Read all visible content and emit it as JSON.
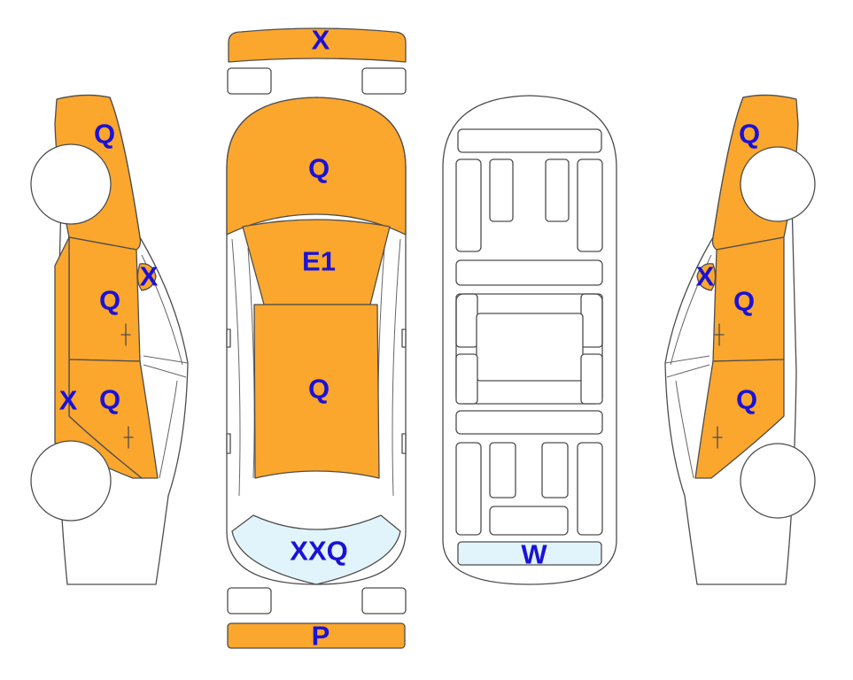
{
  "colors": {
    "damaged": "#fba62d",
    "light": "#e2f4fb",
    "body": "#ffffff",
    "outline": "#4d4d4d",
    "label": "#1a12d6"
  },
  "labels": {
    "front_bumper": "X",
    "hood": "Q",
    "windshield_roof": "E1",
    "roof": "Q",
    "rear_window": "XXQ",
    "rear_bumper": "P",
    "underbody_rear": "W",
    "left_front_fender": "Q",
    "left_mirror": "X",
    "left_front_door": "Q",
    "left_rear_door": "Q",
    "left_rocker": "X",
    "right_front_fender": "Q",
    "right_mirror": "X",
    "right_front_door": "Q",
    "right_rear_door": "Q"
  }
}
